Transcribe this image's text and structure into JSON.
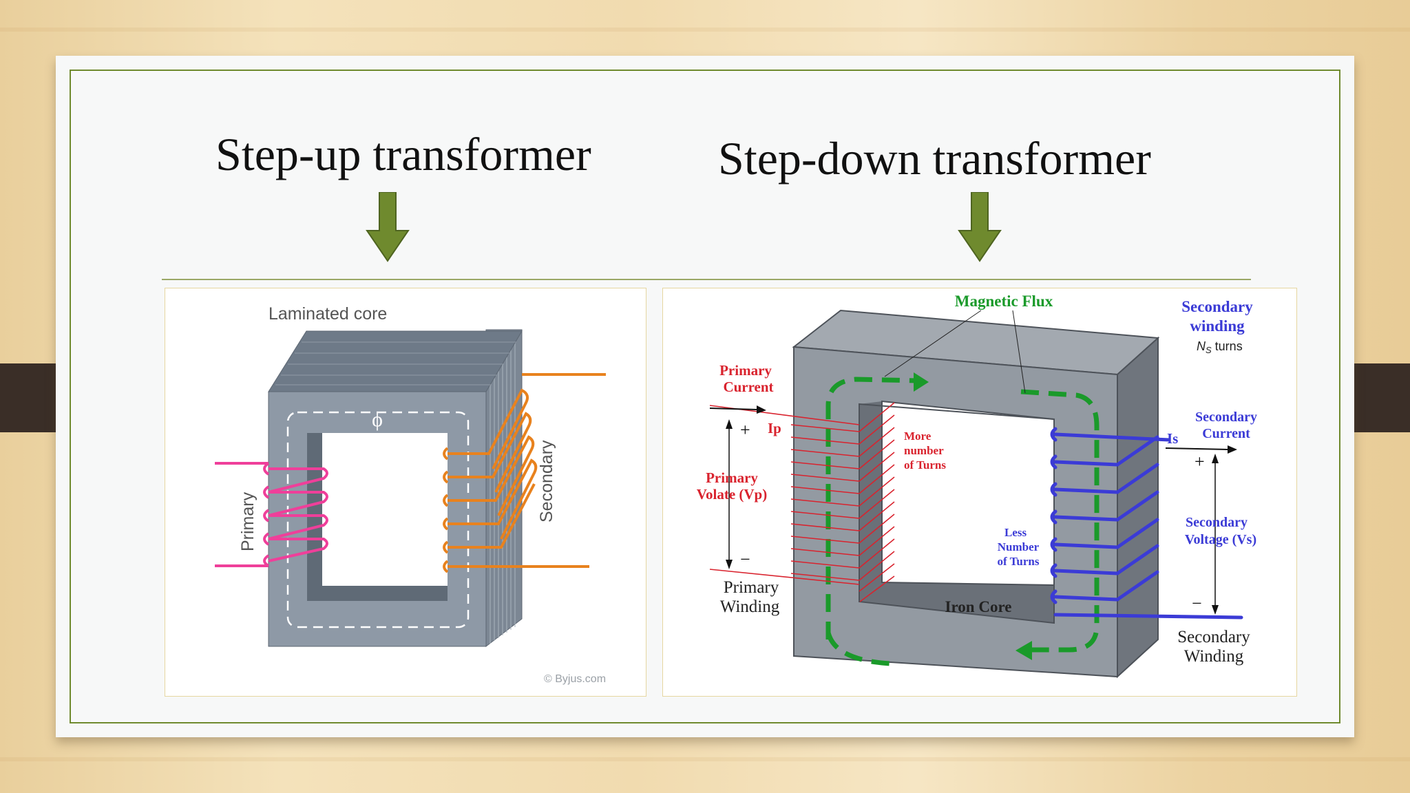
{
  "colors": {
    "accent_green": "#6f8a2e",
    "core_gray": "#8e99a6",
    "primary_pink": "#ef3f9a",
    "secondary_orange": "#e8821e",
    "flux_green": "#1a9a2a",
    "primary_red": "#d9232e",
    "secondary_blue": "#3b3bd6"
  },
  "slide": {
    "title_left": "Step-up transformer",
    "title_right": "Step-down transformer"
  },
  "step_up": {
    "core_label": "Laminated core",
    "flux_symbol": "ϕ",
    "primary_label": "Primary",
    "secondary_label": "Secondary",
    "credit": "© Byjus.com"
  },
  "step_down": {
    "magnetic_flux": "Magnetic Flux",
    "secondary_winding_l1": "Secondary",
    "secondary_winding_l2": "winding",
    "ns_symbol": "N",
    "ns_sub": "S",
    "ns_turns": " turns",
    "primary_current_l1": "Primary",
    "primary_current_l2": "Current",
    "plus_primary": "+",
    "ip_label": "Ip",
    "primary_voltage_l1": "Primary",
    "primary_voltage_l2": "Volate (Vp)",
    "minus_primary": "−",
    "primary_winding_l1": "Primary",
    "primary_winding_l2": "Winding",
    "more_turns_l1": "More",
    "more_turns_l2": "number",
    "more_turns_l3": "of Turns",
    "less_turns_l1": "Less",
    "less_turns_l2": "Number",
    "less_turns_l3": "of Turns",
    "iron_core": "Iron Core",
    "is_label": "Is",
    "secondary_current_l1": "Secondary",
    "secondary_current_l2": "Current",
    "plus_secondary": "+",
    "secondary_voltage_l1": "Secondary",
    "secondary_voltage_l2": "Voltage (Vs)",
    "minus_secondary": "−",
    "secondary_winding_bottom_l1": "Secondary",
    "secondary_winding_bottom_l2": "Winding"
  }
}
